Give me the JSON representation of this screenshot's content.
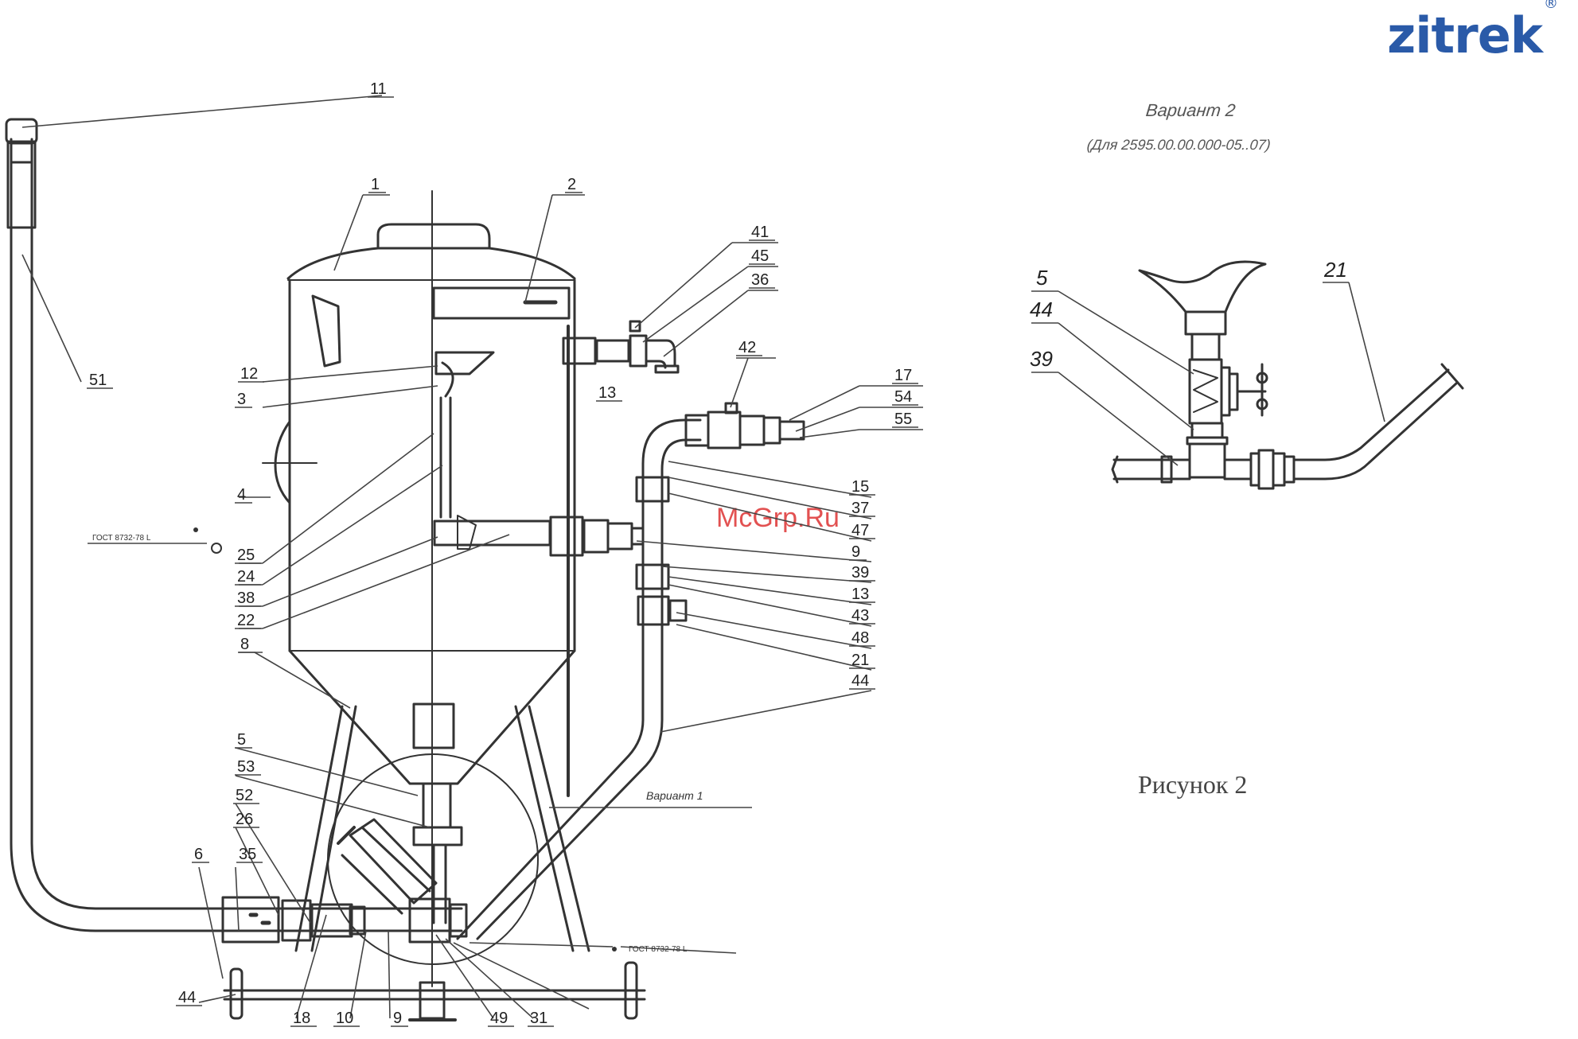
{
  "brand": {
    "name": "zitrek",
    "mark": "®"
  },
  "caption": "Рисунок 2",
  "watermark": "McGrp.Ru",
  "variant2": {
    "title": "Вариант 2",
    "subtitle": "(Для 2595.00.00.000-05..07)",
    "callouts": [
      "5",
      "44",
      "39",
      "21"
    ]
  },
  "main": {
    "variant1_label": "Вариант 1",
    "gost_label_left": "ГОСТ 8732-78 L",
    "gost_label_bottom": "ГОСТ 8732-78 L",
    "callouts": [
      "11",
      "51",
      "1",
      "2",
      "41",
      "45",
      "36",
      "42",
      "17",
      "54",
      "55",
      "12",
      "3",
      "4",
      "25",
      "24",
      "38",
      "22",
      "8",
      "13",
      "15",
      "37",
      "47",
      "9",
      "39",
      "13",
      "43",
      "48",
      "21",
      "44",
      "5",
      "53",
      "52",
      "26",
      "6",
      "35",
      "44",
      "18",
      "10",
      "9",
      "49",
      "31"
    ]
  }
}
